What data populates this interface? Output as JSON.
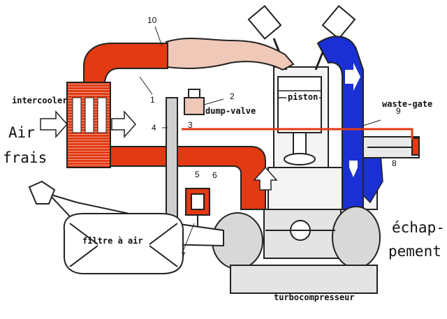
{
  "labels": {
    "intercooler": "intercooler",
    "air_frais_1": "Air",
    "air_frais_2": "frais",
    "dump_valve": "dump-valve",
    "piston": "piston",
    "waste_gate": "waste-gate",
    "filtre": "filtre à air",
    "echap_1": "échap-",
    "echap_2": "pement",
    "turbo": "turbocompresseur"
  },
  "numbers": {
    "n1": "1",
    "n2": "2",
    "n3": "3",
    "n4": "4",
    "n5": "5",
    "n6": "6",
    "n7": "7",
    "n8": "8",
    "n9": "9",
    "n10": "10"
  },
  "colors": {
    "hot_pressurized_air": "#e23a12",
    "intake_manifold": "#f0c8b8",
    "exhaust": "#1a2fd4",
    "machinery": "#d8d8d8",
    "outline": "#222222"
  }
}
